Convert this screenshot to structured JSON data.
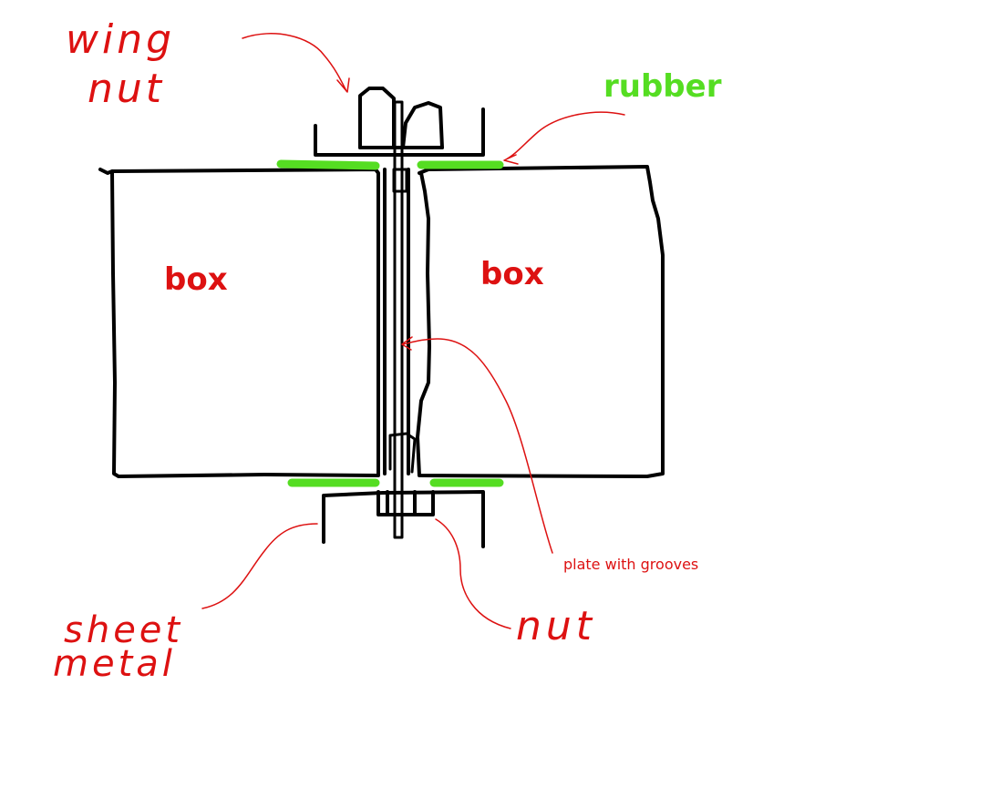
{
  "colors": {
    "ink": "#000000",
    "annotation": "#dd1111",
    "rubber": "#55dd22",
    "background": "#ffffff"
  },
  "labels": {
    "box_left": "box",
    "box_right": "box",
    "rubber": "rubber",
    "plate": "plate with grooves",
    "wing_nut_line1": "wing",
    "wing_nut_line2": "nut",
    "sheet_metal_line1": "sheet",
    "sheet_metal_line2": "metal",
    "nut": "nut"
  }
}
